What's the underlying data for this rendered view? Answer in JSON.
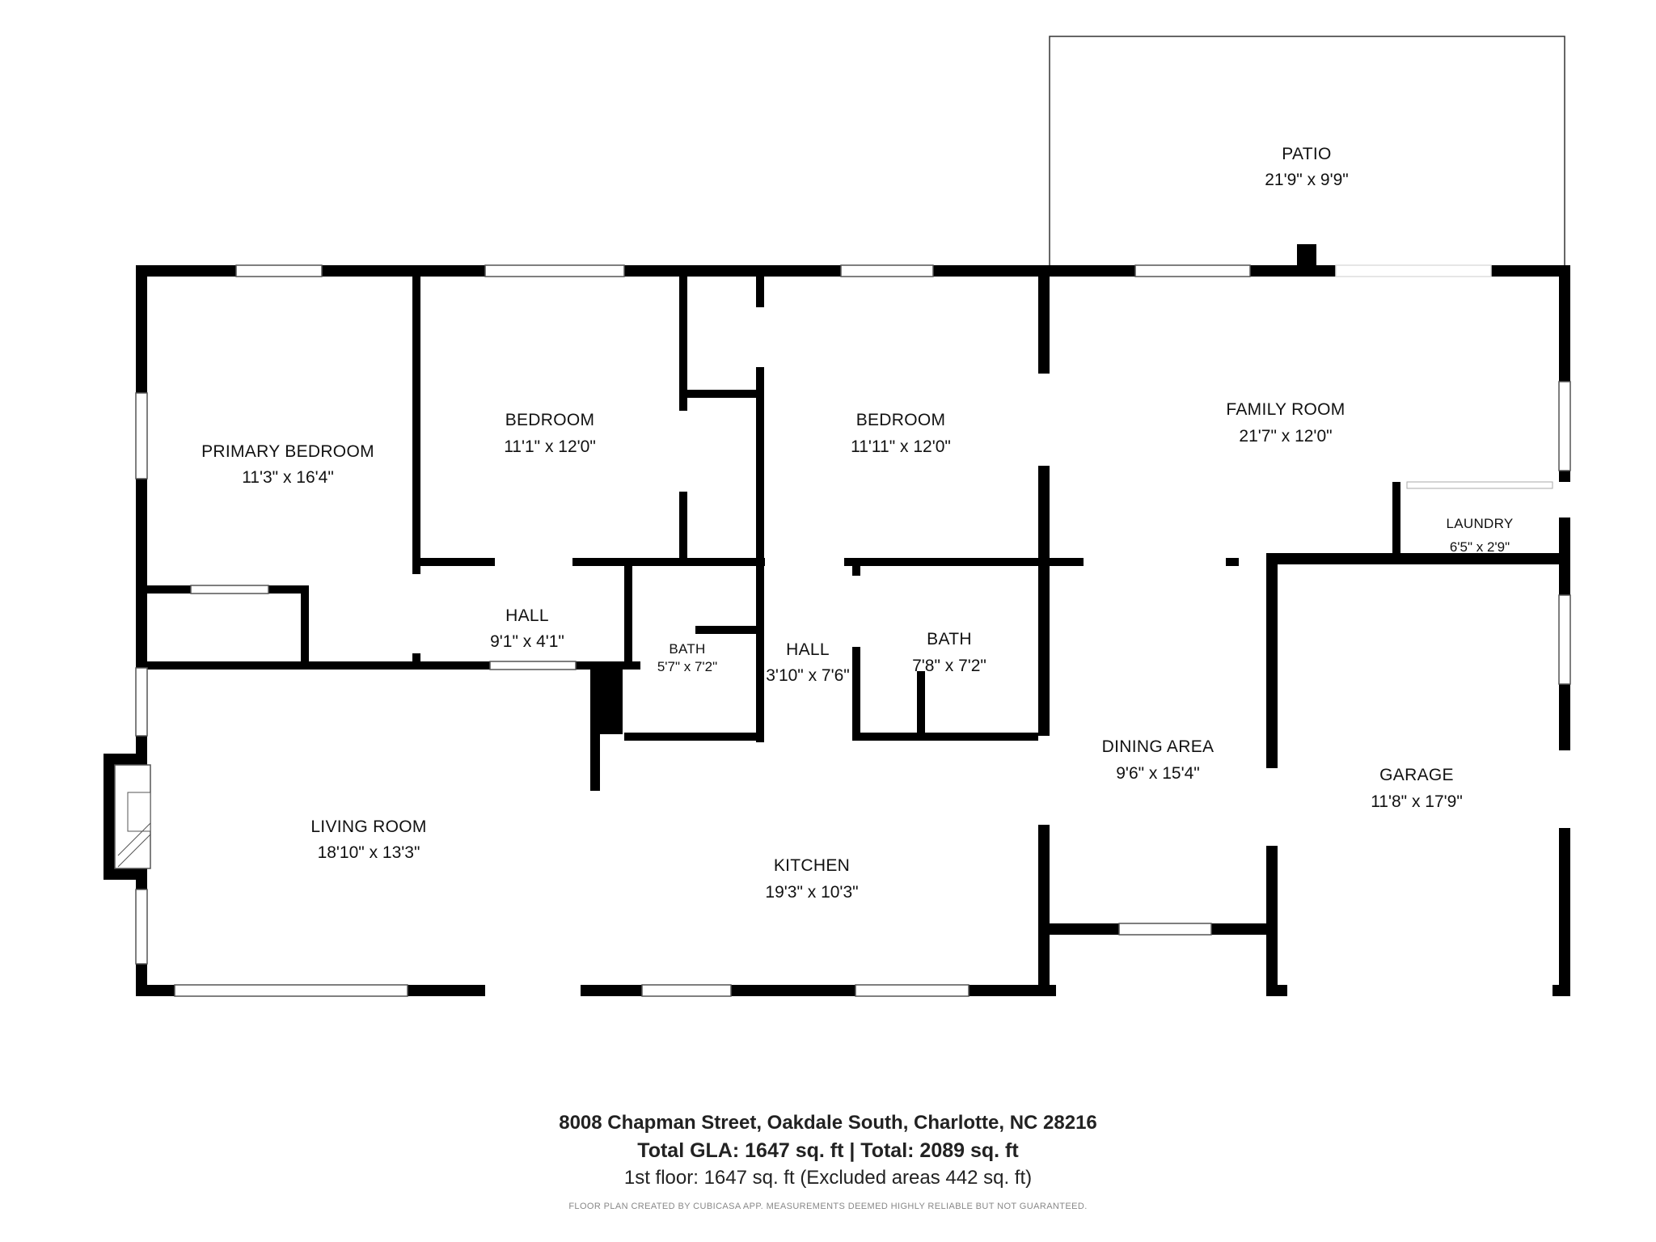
{
  "rooms": {
    "patio": {
      "name": "PATIO",
      "dim": "21'9\" x 9'9\""
    },
    "primary_bedroom": {
      "name": "PRIMARY BEDROOM",
      "dim": "11'3\" x 16'4\""
    },
    "bedroom_1": {
      "name": "BEDROOM",
      "dim": "11'1\" x 12'0\""
    },
    "bedroom_2": {
      "name": "BEDROOM",
      "dim": "11'11\" x 12'0\""
    },
    "family_room": {
      "name": "FAMILY ROOM",
      "dim": "21'7\" x 12'0\""
    },
    "laundry": {
      "name": "LAUNDRY",
      "dim": "6'5\" x 2'9\""
    },
    "hall_1": {
      "name": "HALL",
      "dim": "9'1\" x 4'1\""
    },
    "bath_1": {
      "name": "BATH",
      "dim": "5'7\" x 7'2\""
    },
    "hall_2": {
      "name": "HALL",
      "dim": "3'10\" x 7'6\""
    },
    "bath_2": {
      "name": "BATH",
      "dim": "7'8\" x 7'2\""
    },
    "dining_area": {
      "name": "DINING AREA",
      "dim": "9'6\" x 15'4\""
    },
    "garage": {
      "name": "GARAGE",
      "dim": "11'8\" x 17'9\""
    },
    "living_room": {
      "name": "LIVING ROOM",
      "dim": "18'10\" x 13'3\""
    },
    "kitchen": {
      "name": "KITCHEN",
      "dim": "19'3\" x 10'3\""
    }
  },
  "footer": {
    "address": "8008 Chapman Street, Oakdale South, Charlotte, NC 28216",
    "totals": "Total GLA: 1647 sq. ft | Total: 2089 sq. ft",
    "floor": "1st floor: 1647 sq. ft (Excluded areas 442 sq. ft)",
    "disclaimer": "FLOOR PLAN CREATED BY CUBICASA APP. MEASUREMENTS DEEMED HIGHLY RELIABLE BUT NOT GUARANTEED."
  }
}
